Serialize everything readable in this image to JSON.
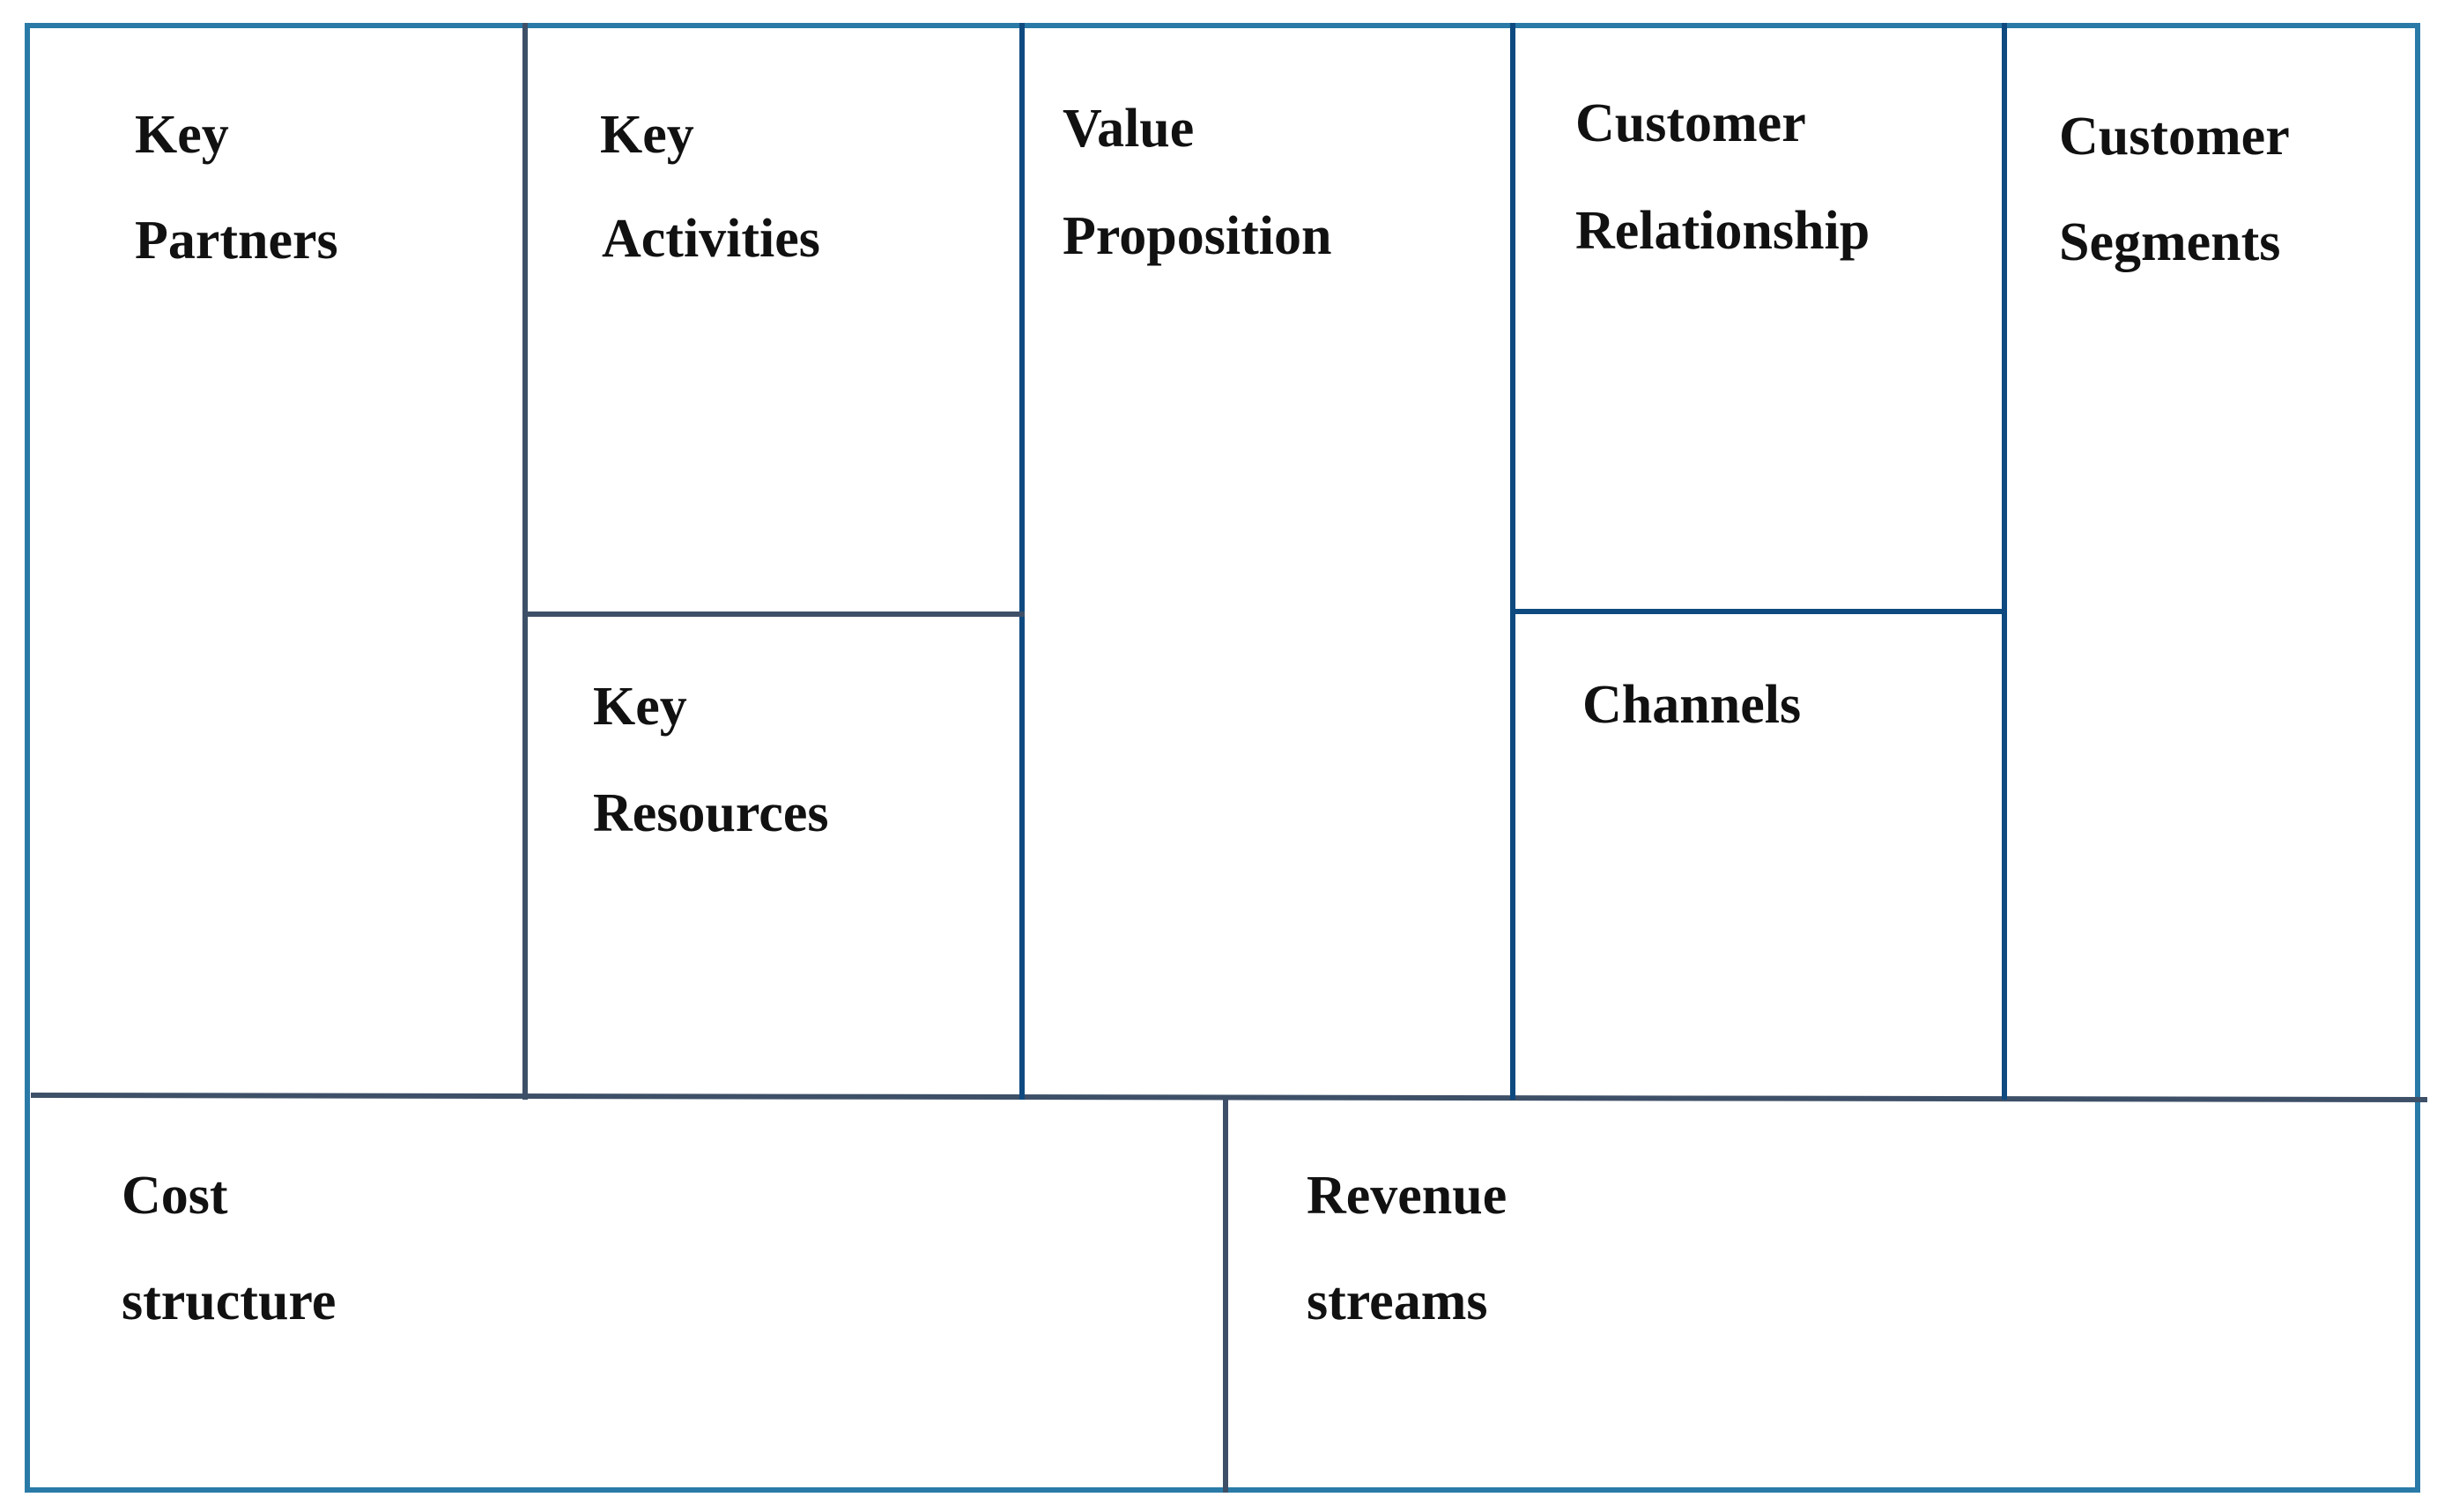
{
  "colors": {
    "frame": "#2a7aa8",
    "dividers": "#3e5068",
    "text": "#111111",
    "background": "#ffffff"
  },
  "canvas": {
    "blocks": {
      "key_partners": {
        "line1": "Key",
        "line2": "Partners"
      },
      "key_activities": {
        "line1": "Key",
        "line2": "Activities"
      },
      "key_resources": {
        "line1": "Key",
        "line2": "Resources"
      },
      "value_proposition": {
        "line1": "Value",
        "line2": "Proposition"
      },
      "customer_relationship": {
        "line1": "Customer",
        "line2": "Relationship"
      },
      "channels": {
        "line1": "Channels"
      },
      "customer_segments": {
        "line1": "Customer",
        "line2": "Segments"
      },
      "cost_structure": {
        "line1": "Cost",
        "line2": "structure"
      },
      "revenue_streams": {
        "line1": "Revenue",
        "line2": "streams"
      }
    }
  }
}
